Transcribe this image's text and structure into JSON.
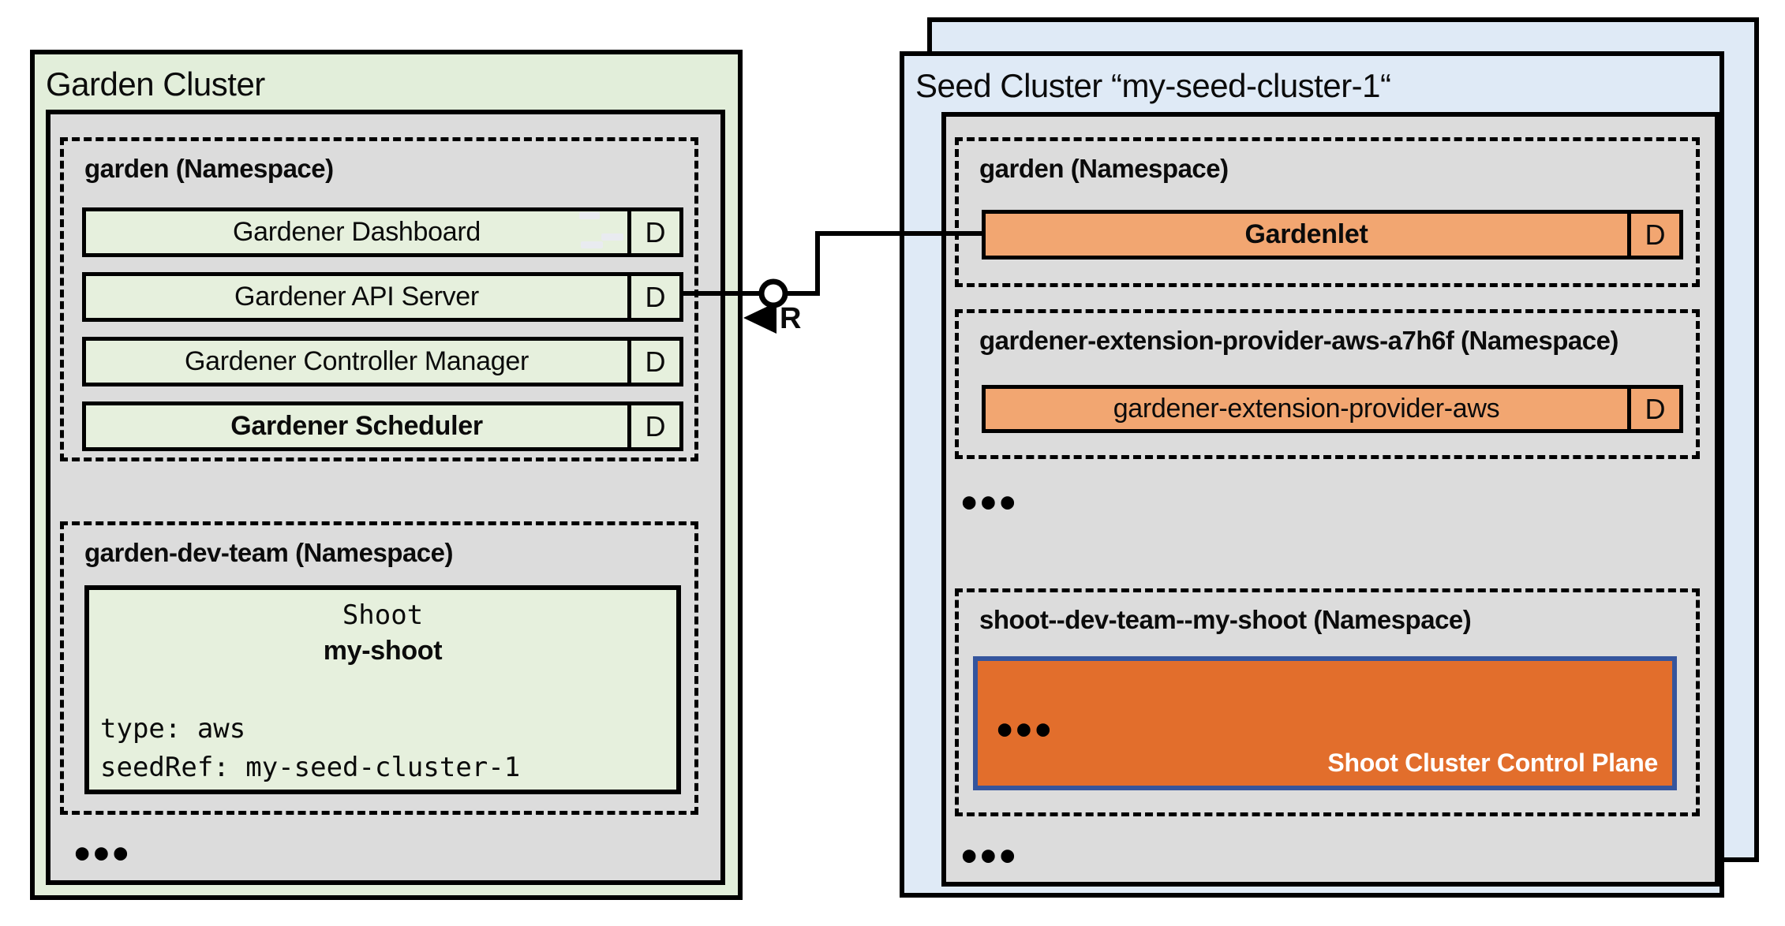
{
  "garden_cluster": {
    "title": "Garden Cluster",
    "garden_namespace": {
      "name": "garden (Namespace)",
      "components": [
        {
          "label": "Gardener Dashboard",
          "badge": "D"
        },
        {
          "label": "Gardener API Server",
          "badge": "D"
        },
        {
          "label": "Gardener Controller Manager",
          "badge": "D"
        },
        {
          "label": "Gardener Scheduler",
          "badge": "D"
        }
      ]
    },
    "dev_namespace": {
      "name": "garden-dev-team (Namespace)",
      "shoot": {
        "kind": "Shoot",
        "name": "my-shoot",
        "spec": [
          "type: aws",
          "seedRef: my-seed-cluster-1"
        ]
      }
    },
    "more_indicator": "•••"
  },
  "connector": {
    "label": "R"
  },
  "seed_cluster": {
    "title": "Seed Cluster “my-seed-cluster-1“",
    "garden_namespace": {
      "name": "garden (Namespace)",
      "component": {
        "label": "Gardenlet",
        "badge": "D"
      }
    },
    "extension_namespace": {
      "name": "gardener-extension-provider-aws-a7h6f (Namespace)",
      "component": {
        "label": "gardener-extension-provider-aws",
        "badge": "D"
      }
    },
    "more_indicator_middle": "•••",
    "shoot_namespace": {
      "name": "shoot--dev-team--my-shoot (Namespace)",
      "control_plane": {
        "more_indicator": "•••",
        "caption": "Shoot Cluster Control Plane"
      }
    },
    "more_indicator_bottom": "•••"
  },
  "colors": {
    "garden_cluster_fill": "#e2eeda",
    "component_fill": "#e6f0dd",
    "namespace_panel_fill": "#dcdcdc",
    "seed_cluster_fill": "#dfeaf6",
    "gardenlet_fill": "#f2a671",
    "control_plane_fill": "#e26e2c",
    "control_plane_border": "#35559d",
    "line_color": "#000000"
  }
}
